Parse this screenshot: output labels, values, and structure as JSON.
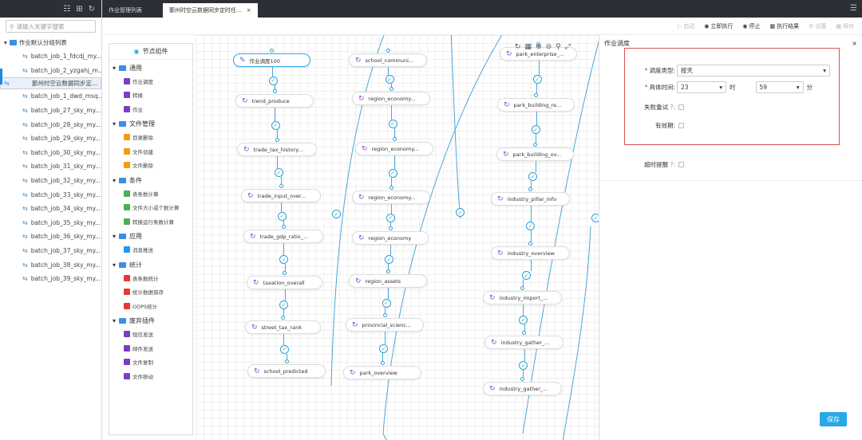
{
  "sidebar": {
    "search_placeholder": "请输入关键字搜索",
    "root_label": "作业默认分组列表",
    "items": [
      "batch_job_1_fdcdj_my...",
      "batch_job_2_yzgahj_m...",
      "鄞州时空云数据同步定...",
      "batch_job_1_dwd_msq...",
      "batch_job_27_sky_my...",
      "batch_job_28_sky_my...",
      "batch_job_29_sky_my...",
      "batch_job_30_sky_my...",
      "batch_job_31_sky_my...",
      "batch_job_32_sky_my...",
      "batch_job_33_sky_my...",
      "batch_job_34_sky_my...",
      "batch_job_35_sky_my...",
      "batch_job_36_sky_my...",
      "batch_job_37_sky_my...",
      "batch_job_38_sky_my...",
      "batch_job_39_sky_my..."
    ]
  },
  "tabs": {
    "tab1": "作业管理列表",
    "tab2": "鄞州时空云数据同步定时任...",
    "close": "×"
  },
  "toolbar": {
    "start": "启动",
    "run_now": "立即执行",
    "stop": "停止",
    "exec_result": "执行结果",
    "settings": "设置",
    "save": "保存"
  },
  "node_panel": {
    "title": "节点组件",
    "categories": [
      {
        "name": "通用",
        "items": [
          "作业调度",
          "转换",
          "作业"
        ]
      },
      {
        "name": "文件管理",
        "items": [
          "目录删除",
          "文件创建",
          "文件删除"
        ]
      },
      {
        "name": "条件",
        "items": [
          "表条数计算",
          "文件大小或个数计算",
          "转换运行条数计算"
        ]
      },
      {
        "name": "应用",
        "items": [
          "消息推送"
        ]
      },
      {
        "name": "统计",
        "items": [
          "表条数统计",
          "统计数据保存",
          "ODPS统计"
        ]
      },
      {
        "name": "废弃插件",
        "items": [
          "短信发送",
          "邮件发送",
          "文件复制",
          "文件移动"
        ]
      }
    ]
  },
  "canvas": {
    "col1": [
      "作业调度100",
      "trend_produce",
      "trade_tax_history...",
      "trade_input_over...",
      "trade_gdp_ratio_...",
      "taxation_overall",
      "street_tax_rank",
      "school_predicted"
    ],
    "col2": [
      "school_communi...",
      "region_economy...",
      "region_economy...",
      "region_economy...",
      "region_economy",
      "region_assets",
      "provincial_scienc...",
      "park_overview"
    ],
    "col3": [
      "park_enterprise_...",
      "park_building_re...",
      "park_building_ov...",
      "industry_pillar_info",
      "industry_overview",
      "industry_import_...",
      "industry_gather_...",
      "industry_gather_..."
    ]
  },
  "right_panel": {
    "title": "作业调度",
    "close": "×",
    "schedule_type_label": "调度类型:",
    "schedule_type_value": "按天",
    "time_label": "具体时间:",
    "hour_value": "23",
    "hour_unit": "时",
    "minute_value": "59",
    "minute_unit": "分",
    "retry_label": "失败重试",
    "valid_label": "有效期:",
    "timeout_label": "超时提醒",
    "save_button": "保存"
  }
}
